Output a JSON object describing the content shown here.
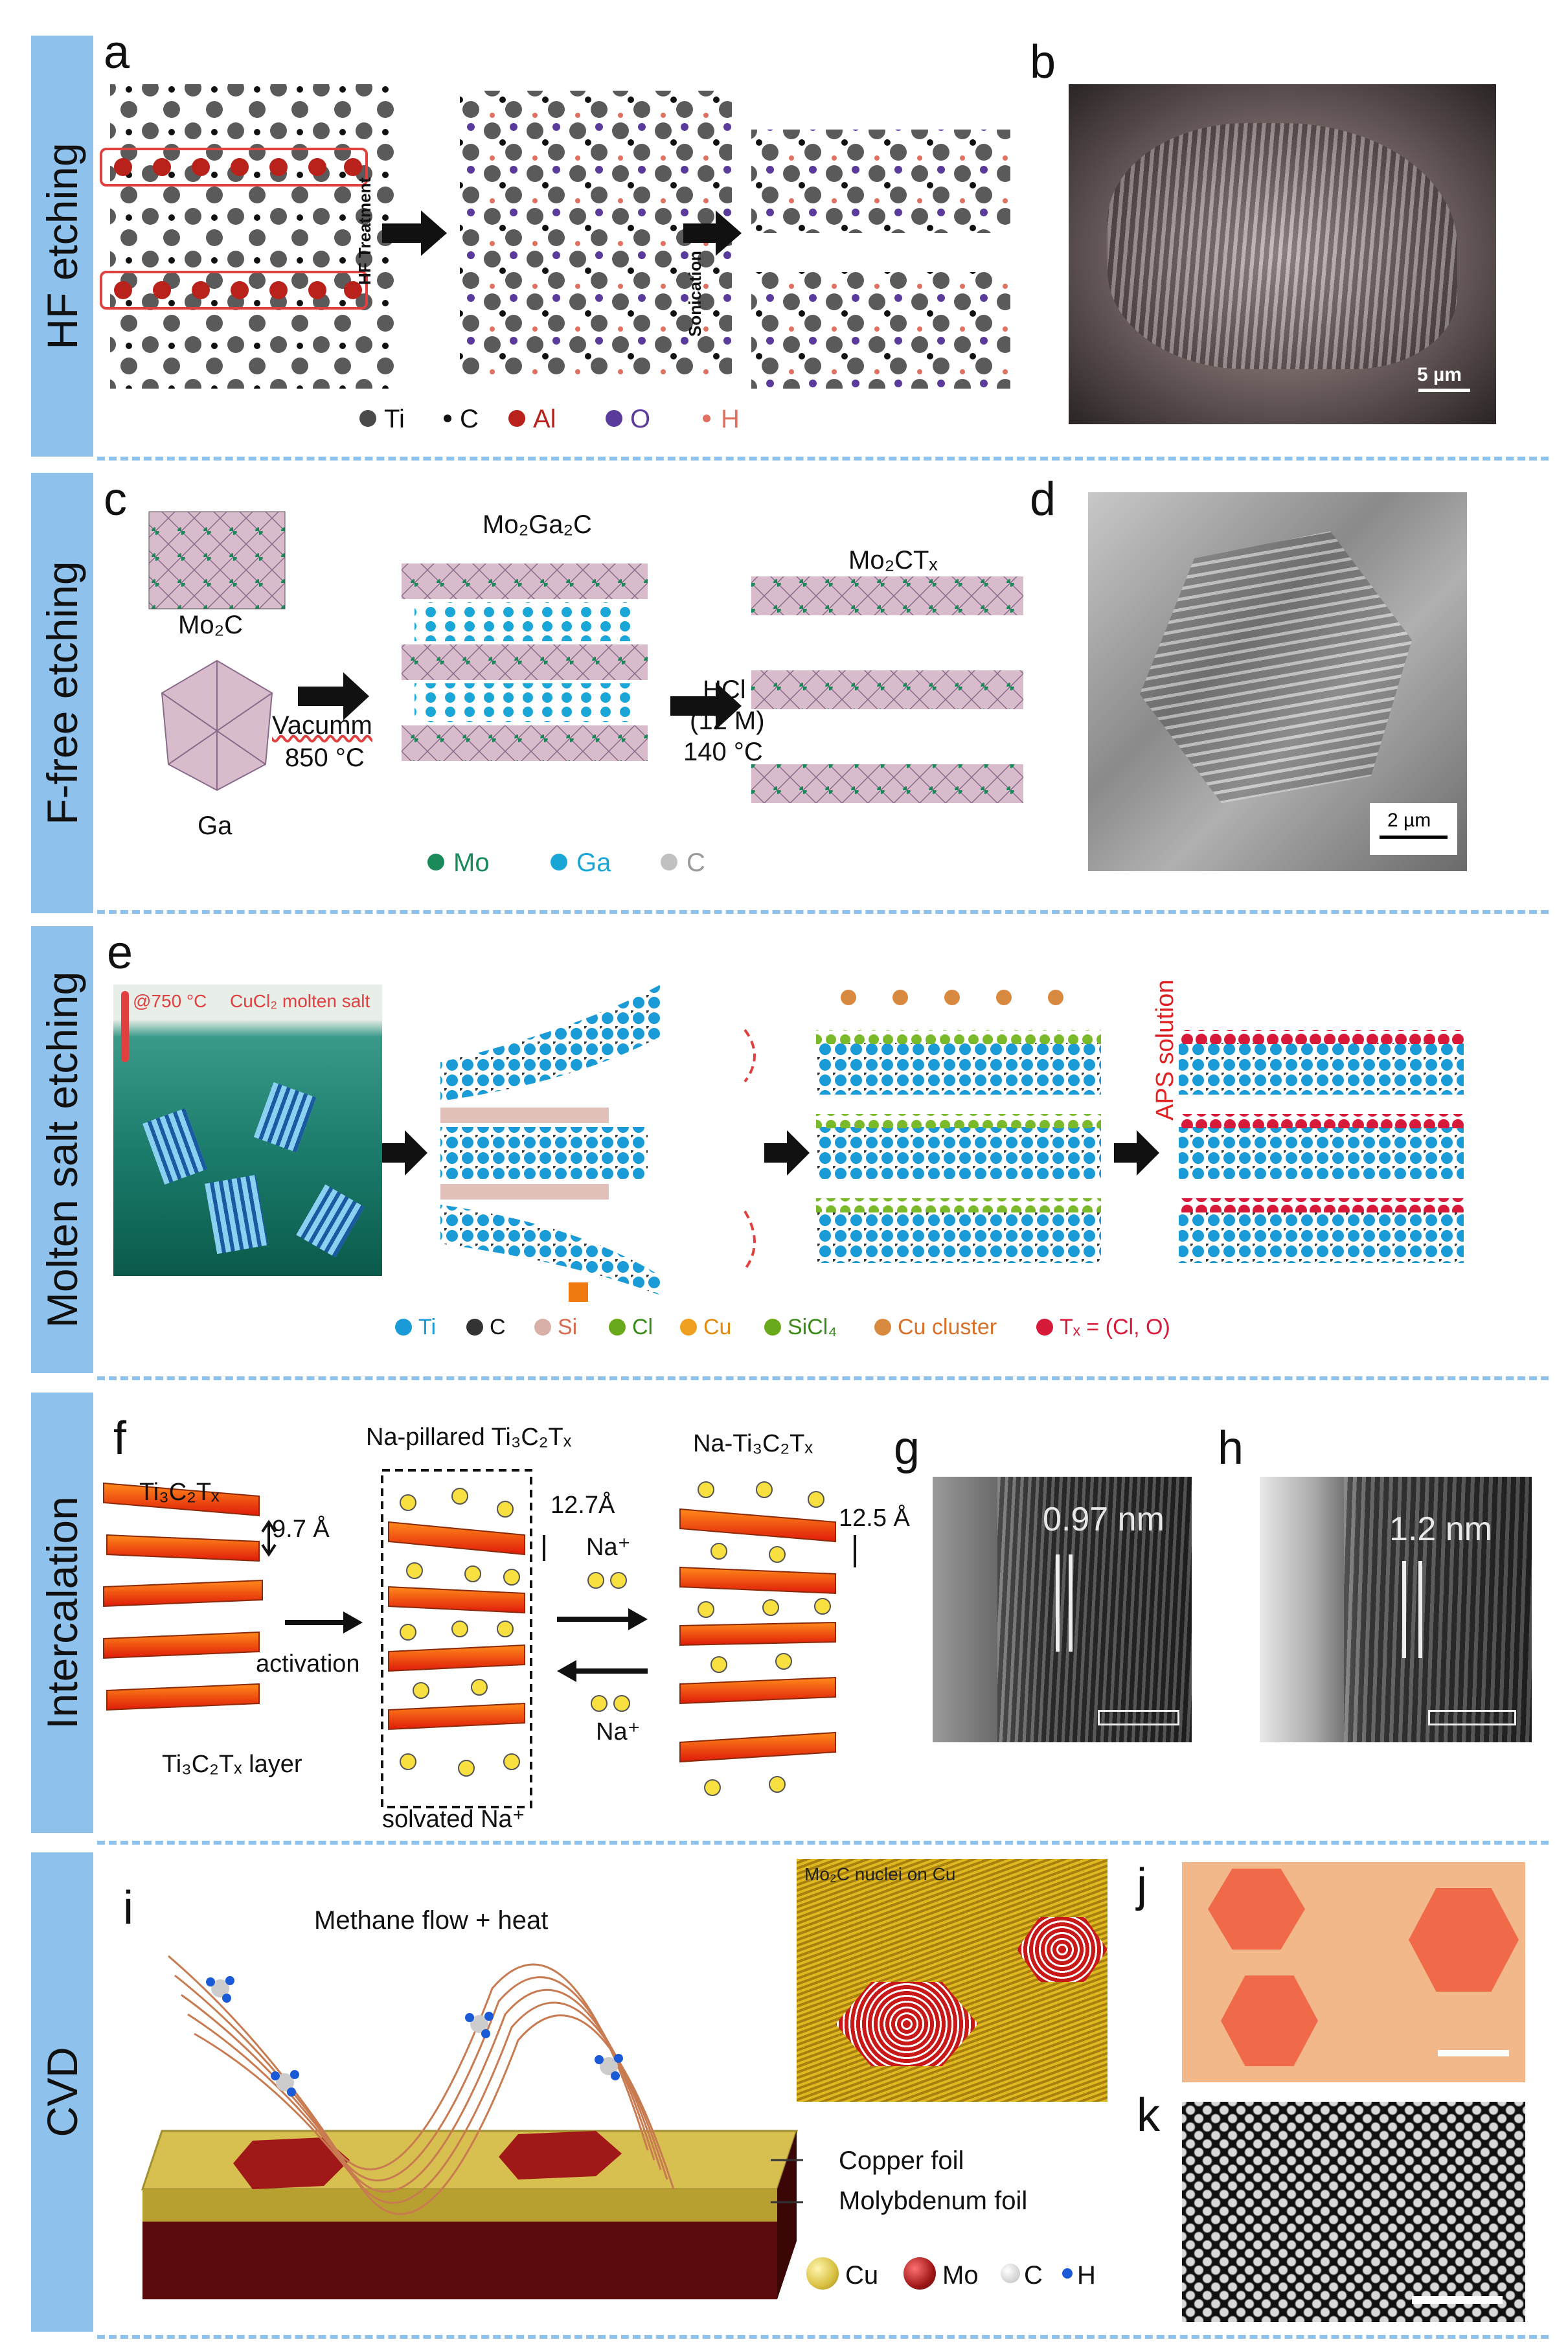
{
  "sections": {
    "hf": "HF etching",
    "ffree": "F-free etching",
    "molten": "Molten salt etching",
    "intercalation": "Intercalation",
    "cvd": "CVD"
  },
  "panel_letters": {
    "a": "a",
    "b": "b",
    "c": "c",
    "d": "d",
    "e": "e",
    "f": "f",
    "g": "g",
    "h": "h",
    "i": "i",
    "j": "j",
    "k": "k"
  },
  "panel_a": {
    "step1": "HF Treatment",
    "step2": "Sonication",
    "legend": [
      {
        "label": "Ti",
        "color": "#4a4a4a"
      },
      {
        "label": "C",
        "color": "#111111"
      },
      {
        "label": "Al",
        "color": "#b8221a"
      },
      {
        "label": "O",
        "color": "#5a3a9a"
      },
      {
        "label": "H",
        "color": "#e07060"
      }
    ]
  },
  "panel_b": {
    "scale": "5 µm"
  },
  "panel_c": {
    "precursor1": "Mo₂C",
    "precursor2": "Ga",
    "cond1_line1": "Vacumm",
    "cond1_line2": "850 °C",
    "phase1": "Mo₂Ga₂C",
    "cond2_line1": "HCl",
    "cond2_line2": "(12 M)",
    "cond2_line3": "140 °C",
    "phase2": "Mo₂CTₓ",
    "legend": [
      {
        "label": "Mo",
        "color": "#1a8a5a"
      },
      {
        "label": "Ga",
        "color": "#1aa6d6"
      },
      {
        "label": "C",
        "color": "#9a9a9a"
      }
    ]
  },
  "panel_d": {
    "scale": "2 µm"
  },
  "panel_e": {
    "temp": "@750 °C",
    "salt": "CuCl₂ molten salt",
    "aps": "APS solution",
    "legend": [
      {
        "label": "Ti",
        "color": "#1a9ad6"
      },
      {
        "label": "C",
        "color": "#333333"
      },
      {
        "label": "Si",
        "color": "#d8b0a8"
      },
      {
        "label": "Cl",
        "color": "#6aaa1a"
      },
      {
        "label": "Cu",
        "color": "#f0a020"
      },
      {
        "label": "SiCl₄",
        "color": "#6aaa1a"
      },
      {
        "label": "Cu cluster",
        "color": "#d88a40"
      },
      {
        "label": "Tₓ = (Cl, O)",
        "color": "#d81a3a"
      }
    ]
  },
  "panel_f": {
    "pristine": "Ti₃C₂Tₓ",
    "d1": "9.7 Å",
    "activation": "activation",
    "layer": "Ti₃C₂Tₓ layer",
    "pillared": "Na-pillared Ti₃C₂Tₓ",
    "d2": "12.7Å",
    "solvated": "solvated Na⁺",
    "na1": "Na⁺",
    "na2": "Na⁺",
    "intercalated": "Na-Ti₃C₂Tₓ",
    "d3": "12.5 Å"
  },
  "panel_g": {
    "spacing": "0.97 nm"
  },
  "panel_h": {
    "spacing": "1.2 nm"
  },
  "panel_i": {
    "flow": "Methane flow + heat",
    "nuclei": "Mo₂C nuclei on Cu",
    "foil1": "Copper foil",
    "foil2": "Molybdenum foil",
    "legend": [
      {
        "label": "Cu",
        "color": "#e8d060"
      },
      {
        "label": "Mo",
        "color": "#a01818"
      },
      {
        "label": "C",
        "color": "#cccccc"
      },
      {
        "label": "H",
        "color": "#1a5ad6"
      }
    ]
  }
}
